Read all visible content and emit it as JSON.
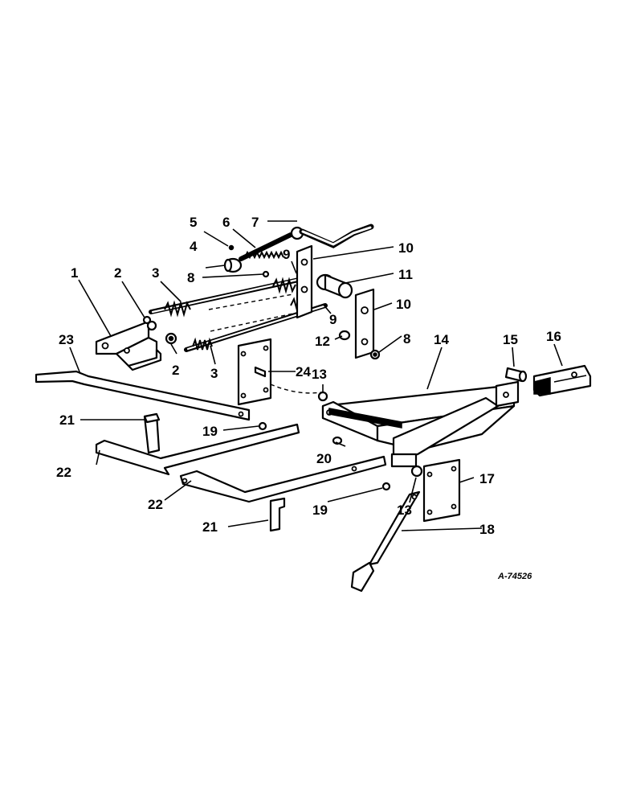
{
  "reference_code": "A-74526",
  "callouts": {
    "c1": "1",
    "c2a": "2",
    "c2b": "2",
    "c3a": "3",
    "c3b": "3",
    "c4": "4",
    "c5": "5",
    "c6": "6",
    "c7": "7",
    "c8a": "8",
    "c8b": "8",
    "c9a": "9",
    "c9b": "9",
    "c10a": "10",
    "c10b": "10",
    "c11": "11",
    "c12": "12",
    "c13a": "13",
    "c13b": "13",
    "c14": "14",
    "c15": "15",
    "c16": "16",
    "c17": "17",
    "c18": "18",
    "c19a": "19",
    "c19b": "19",
    "c20": "20",
    "c21a": "21",
    "c21b": "21",
    "c22a": "22",
    "c22b": "22",
    "c23": "23",
    "c24": "24"
  }
}
